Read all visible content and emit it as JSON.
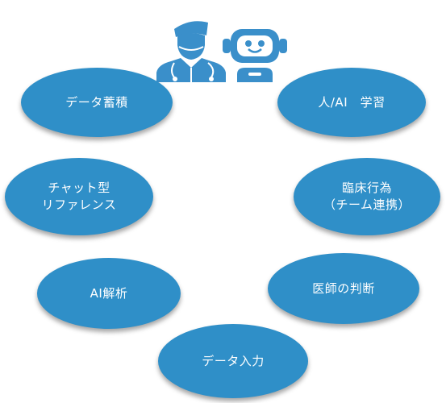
{
  "colors": {
    "node_fill": "#2f8fc8",
    "icon_fill": "#3a8fca",
    "icon_dark": "#2a7db8",
    "text": "#ffffff"
  },
  "icons": {
    "doctor": "doctor-icon",
    "robot": "robot-icon"
  },
  "nodes": {
    "data_storage": "データ蓄積",
    "human_ai_learning": "人/AI　学習",
    "chat_reference": "チャット型\nリファレンス",
    "clinical_practice": "臨床行為\n（チーム連携）",
    "ai_analysis": "AI解析",
    "physician_judgment": "医師の判断",
    "data_input": "データ入力"
  }
}
